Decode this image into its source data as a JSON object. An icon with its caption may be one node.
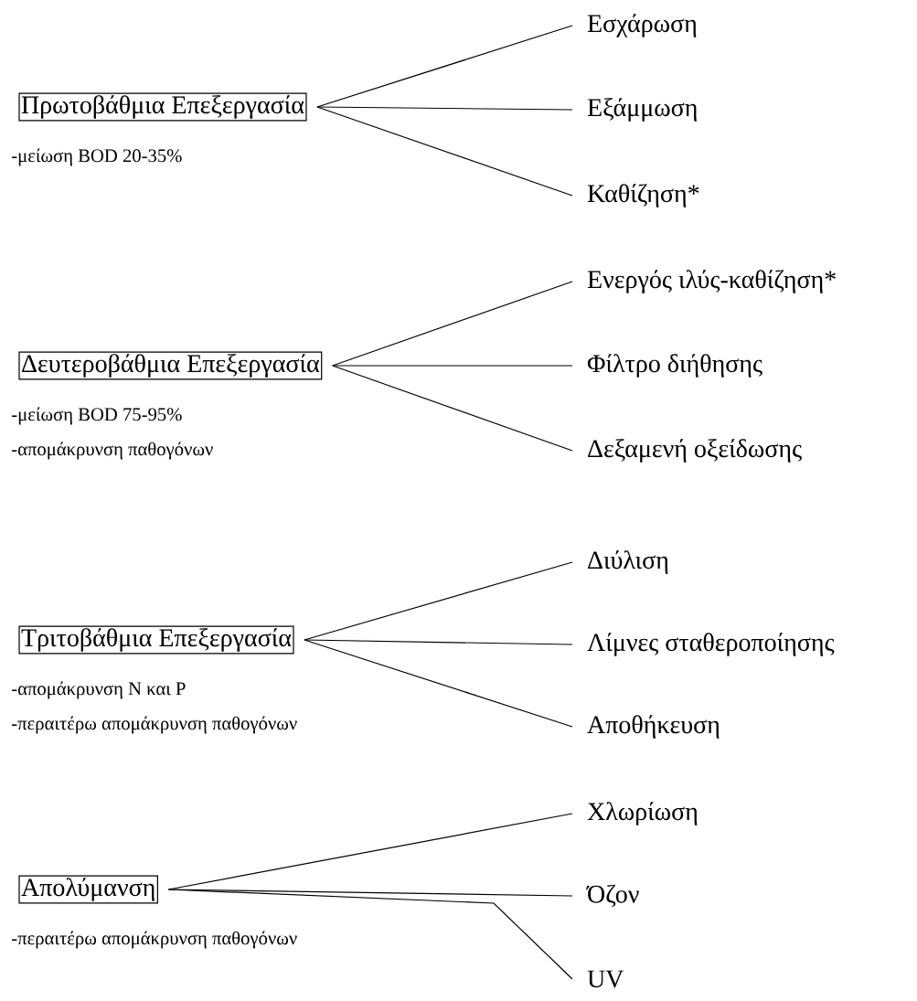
{
  "diagram": {
    "nodes": [
      {
        "text": [
          "Πρωτοβάθμια Επεξεργασία"
        ],
        "beside": [
          "-μείωση BOD 20-35%"
        ]
      },
      {
        "text": [
          "Εσχάρωση"
        ]
      },
      {
        "text": [
          "Εξάμμωση"
        ]
      },
      {
        "text": [
          "Καθίζηση*"
        ]
      },
      {
        "text": [
          "Δευτεροβάθμια Επεξεργασία"
        ],
        "beside": [
          "-μείωση BOD 75-95%",
          "-απομάκρυνση παθογόνων"
        ]
      },
      {
        "text": [
          "Ενεργός ιλύς-καθίζηση*"
        ]
      },
      {
        "text": [
          "Φίλτρο διήθησης"
        ]
      },
      {
        "text": [
          "Δεξαμενή οξείδωσης"
        ]
      },
      {
        "text": [
          "Τριτοβάθμια Επεξεργασία"
        ],
        "beside": [
          "-απομάκρυνση N και P",
          "-περαιτέρω απομάκρυνση παθογόνων"
        ]
      },
      {
        "text": [
          "Διύλιση"
        ]
      },
      {
        "text": [
          "Λίμνες σταθεροποίησης"
        ]
      },
      {
        "text": [
          "Αποθήκευση"
        ]
      },
      {
        "text": [
          "Απολύμανση"
        ],
        "beside": [
          "-περαιτέρω απομάκρυνση παθογόνων"
        ]
      },
      {
        "text": [
          "Χλωρίωση"
        ]
      },
      {
        "text": [
          "Όζον"
        ]
      },
      {
        "text": [
          "UV"
        ]
      }
    ],
    "edges": [
      {
        "from": 0,
        "to": 1,
        "arrow": "none"
      },
      {
        "from": 0,
        "to": 2,
        "arrow": "none"
      },
      {
        "from": 0,
        "to": 3,
        "arrow": "none"
      },
      {
        "from": 4,
        "to": 5,
        "arrow": "none"
      },
      {
        "from": 4,
        "to": 6,
        "arrow": "none"
      },
      {
        "from": 4,
        "to": 7,
        "arrow": "none"
      },
      {
        "from": 8,
        "to": 9,
        "arrow": "none"
      },
      {
        "from": 8,
        "to": 10,
        "arrow": "none"
      },
      {
        "from": 8,
        "to": 11,
        "arrow": "none"
      },
      {
        "from": 12,
        "to": 13,
        "arrow": "none"
      },
      {
        "from": 12,
        "to": 14,
        "arrow": "none"
      },
      {
        "from": 12,
        "to": 15,
        "arrow": "none"
      }
    ]
  }
}
